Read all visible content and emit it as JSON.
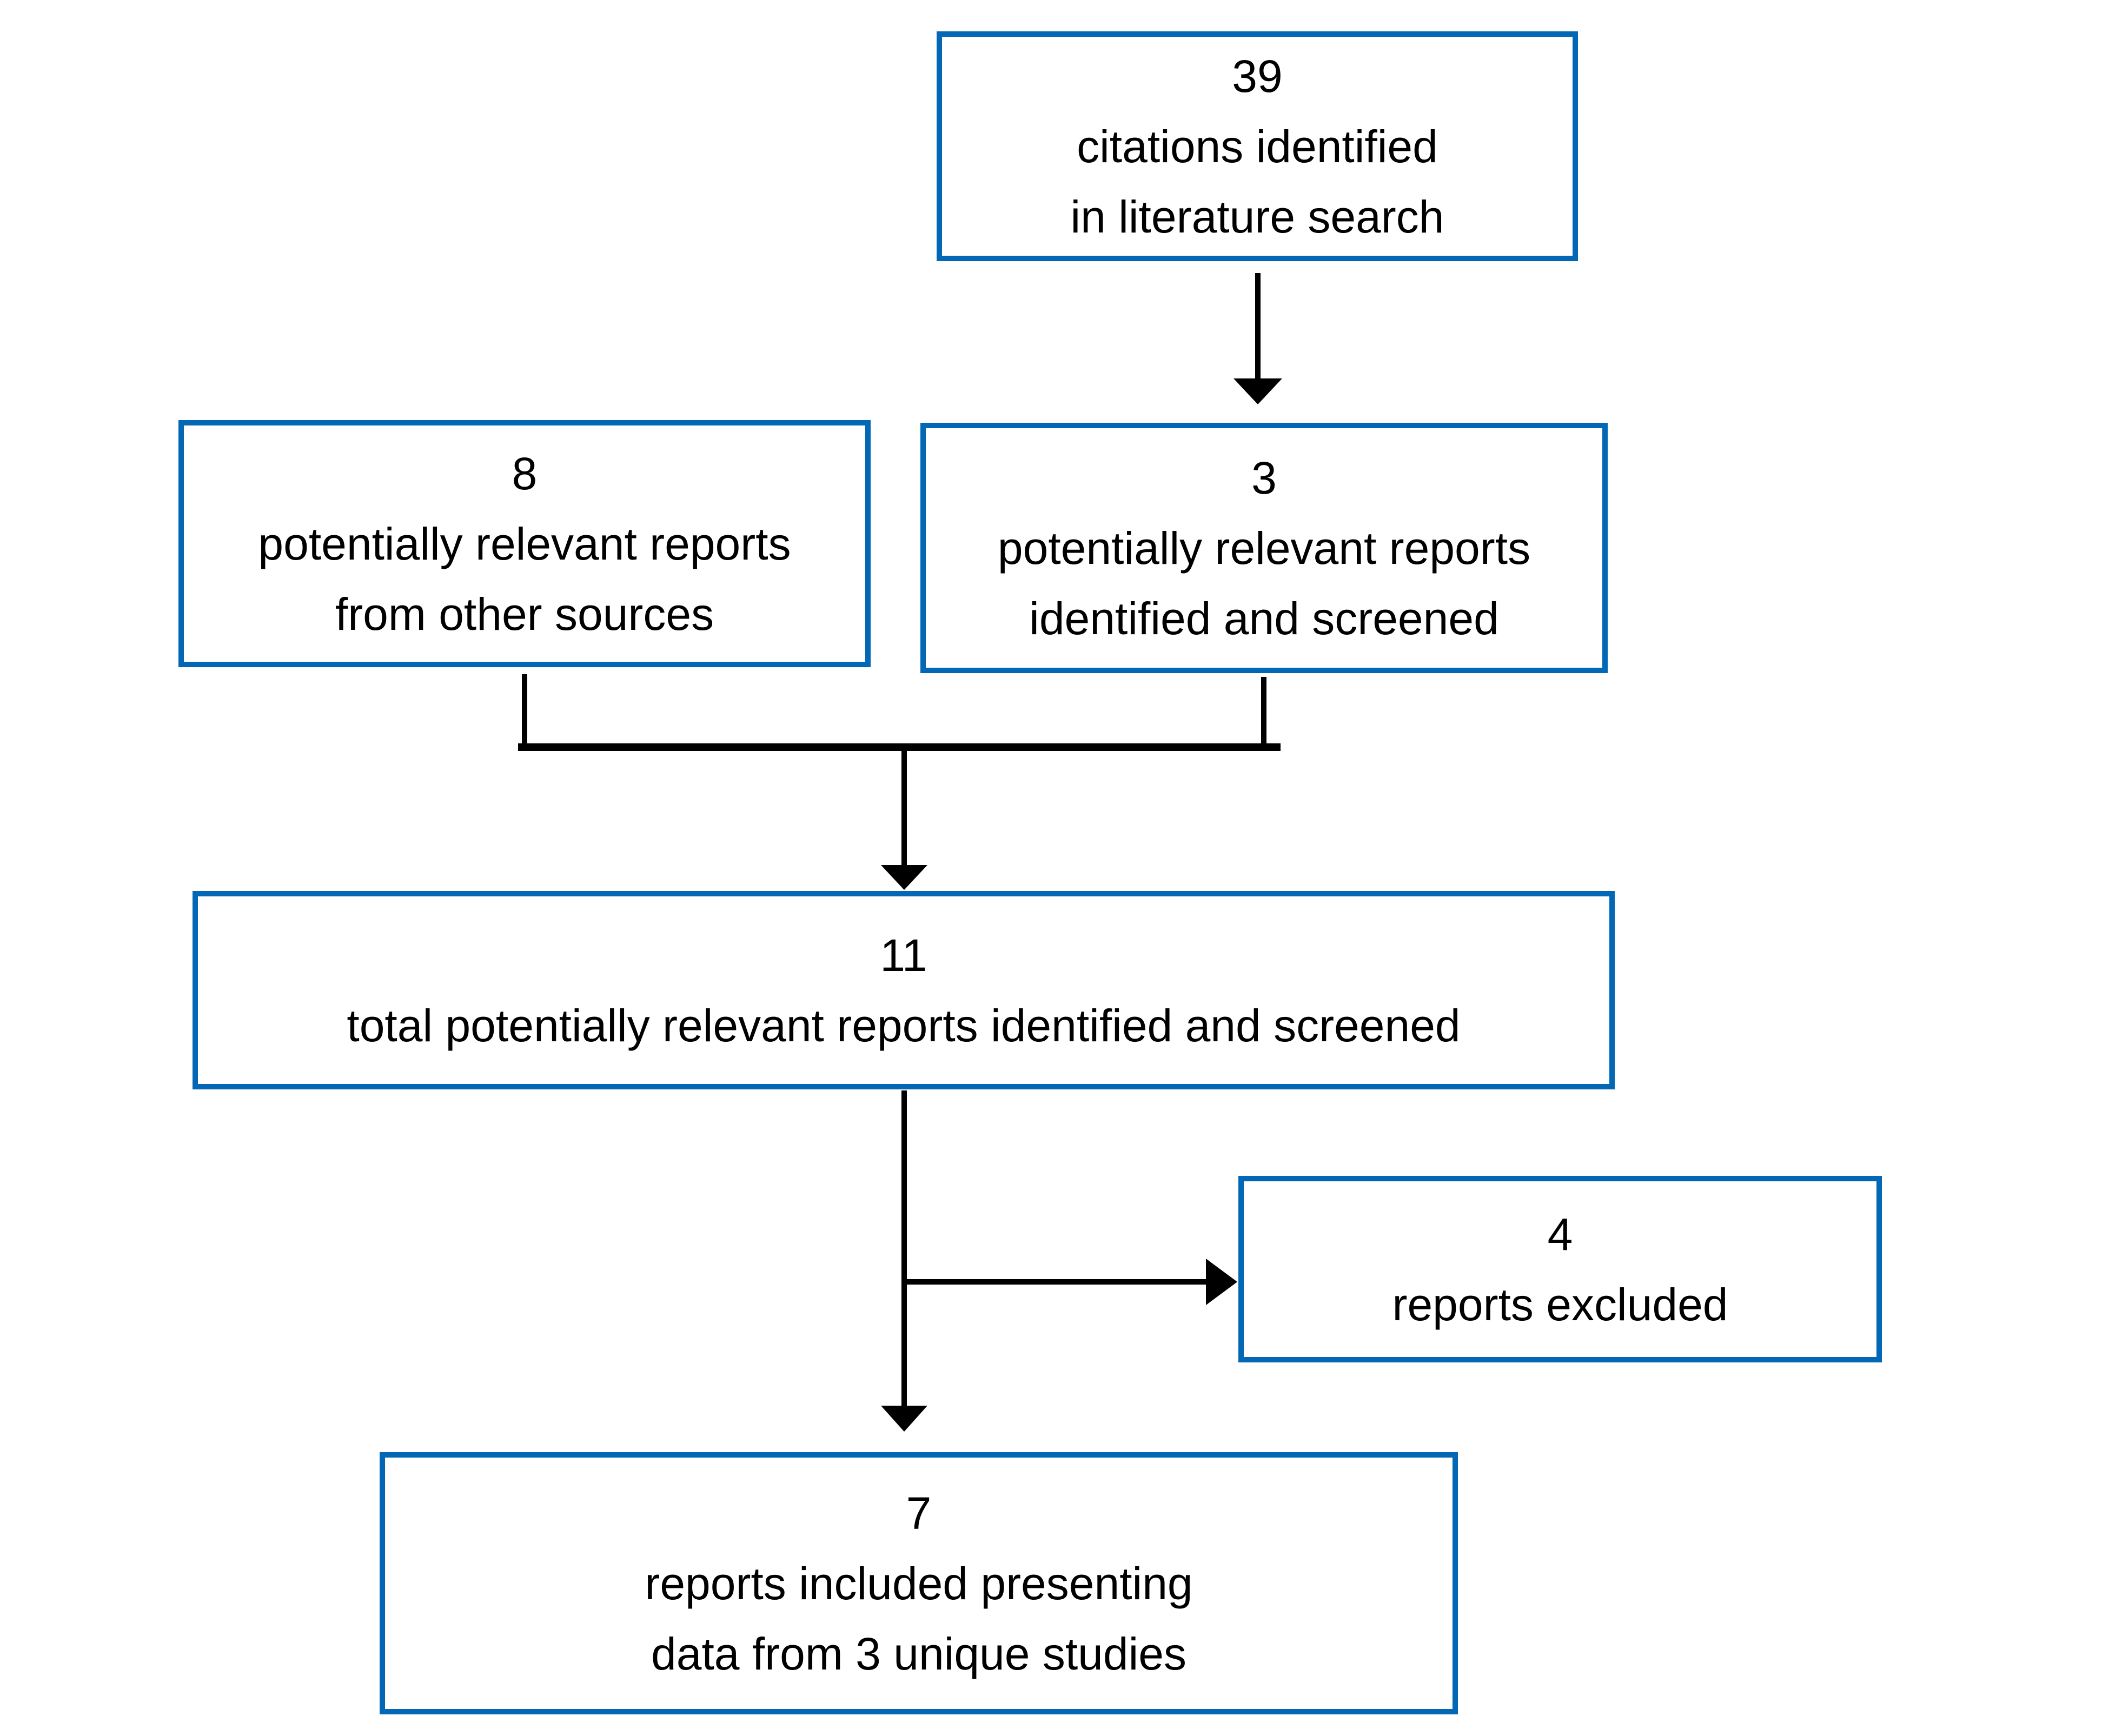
{
  "colors": {
    "accent": "#0268B5",
    "line": "#000000",
    "text": "#000000",
    "background": "#FFFFFF"
  },
  "boxes": {
    "citations_identified": {
      "count": "39",
      "lines": [
        "citations identified",
        "in literature search"
      ]
    },
    "other_sources": {
      "count": "8",
      "lines": [
        "potentially relevant reports",
        "from other sources"
      ]
    },
    "identified_screened": {
      "count": "3",
      "lines": [
        "potentially relevant reports",
        "identified and screened"
      ]
    },
    "total_screened": {
      "count": "11",
      "lines": [
        "total potentially relevant reports identified and screened"
      ]
    },
    "reports_excluded": {
      "count": "4",
      "lines": [
        "reports excluded"
      ]
    },
    "reports_included": {
      "count": "7",
      "lines": [
        "reports included presenting",
        "data from 3 unique studies"
      ]
    }
  },
  "edges": [
    {
      "from": "citations_identified",
      "to": "identified_screened"
    },
    {
      "from": "other_sources",
      "to": "total_screened"
    },
    {
      "from": "identified_screened",
      "to": "total_screened"
    },
    {
      "from": "total_screened",
      "to": "reports_excluded"
    },
    {
      "from": "total_screened",
      "to": "reports_included"
    }
  ]
}
